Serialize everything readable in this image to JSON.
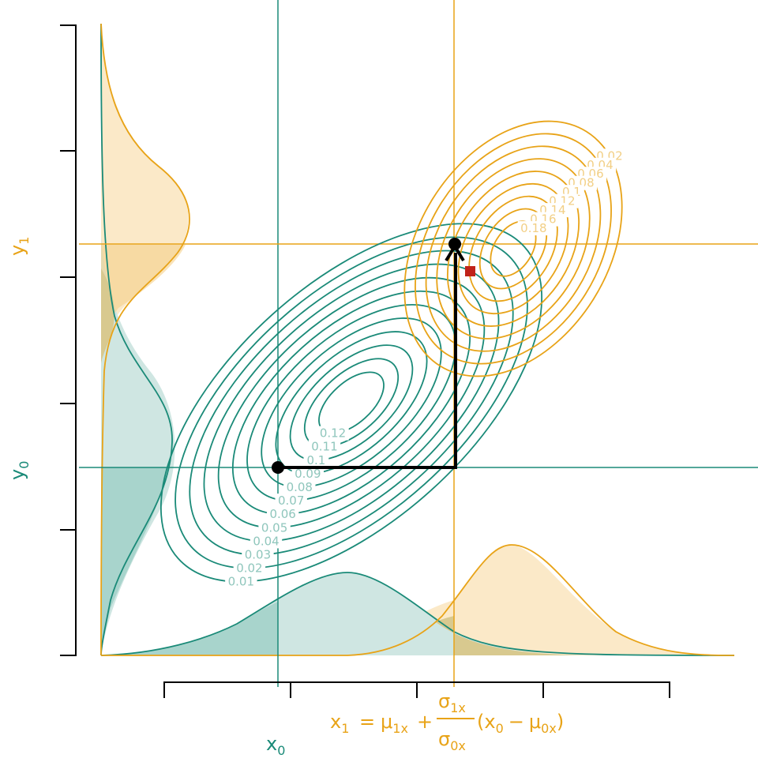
{
  "colors": {
    "teal": "#1a8a78",
    "orange": "#e8a317",
    "teal_fill": "#cfe6e2",
    "teal_fill_dark": "#a8d4cc",
    "orange_fill": "#fbe9c8",
    "mix_fill": "#d8c98f",
    "black": "#000000",
    "red": "#c0231a"
  },
  "labels": {
    "x0": {
      "main": "x",
      "sub": "0"
    },
    "y0": {
      "main": "y",
      "sub": "0"
    },
    "y1": {
      "main": "y",
      "sub": "1"
    },
    "formula": {
      "lhs_main": "x",
      "lhs_sub": "1",
      "eq": "=",
      "mu1_main": "μ",
      "mu1_sub": "1x",
      "plus": "+",
      "num_main": "σ",
      "num_sub": "1x",
      "den_main": "σ",
      "den_sub": "0x",
      "paren_open": "(",
      "x0_main": "x",
      "x0_sub": "0",
      "minus": "−",
      "mu0_main": "μ",
      "mu0_sub": "0x",
      "paren_close": ")"
    }
  },
  "contours": {
    "teal": [
      "0.01",
      "0.02",
      "0.03",
      "0.04",
      "0.05",
      "0.06",
      "0.07",
      "0.08",
      "0.09",
      "0.1",
      "0.11",
      "0.12"
    ],
    "orange": [
      "0.02",
      "0.04",
      "0.06",
      "0.08",
      "0.1",
      "0.12",
      "0.14",
      "0.16",
      "0.18"
    ]
  }
}
